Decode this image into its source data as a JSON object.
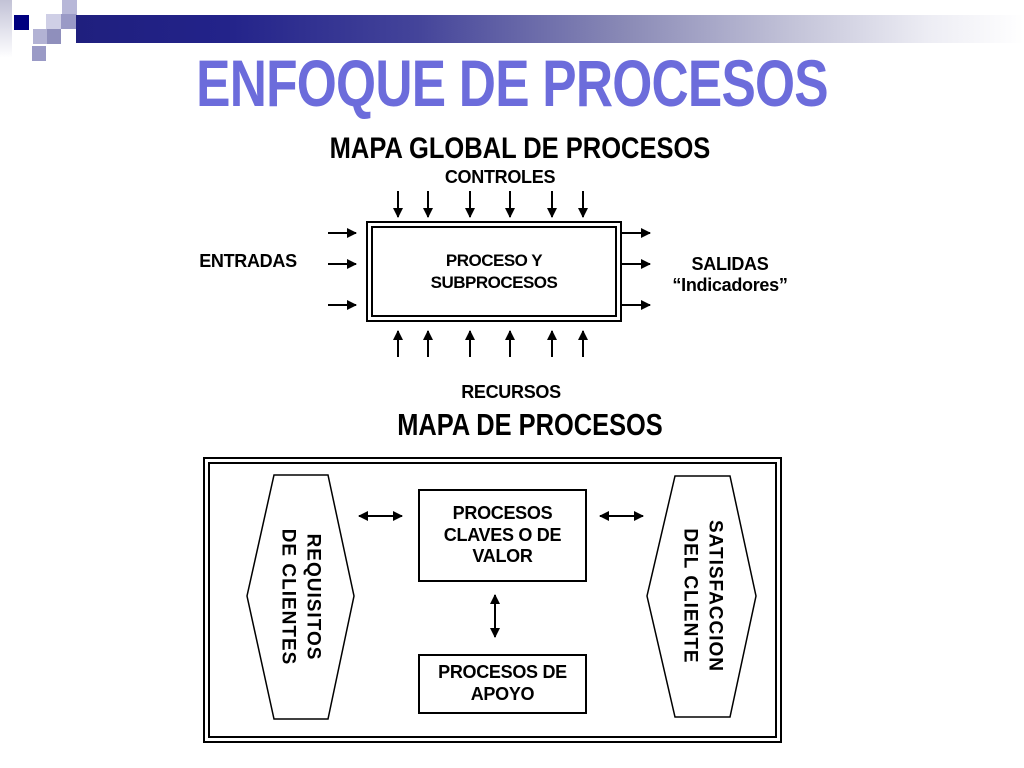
{
  "colors": {
    "title": "#6c6cdb",
    "bar_navy": "#1f1f7e",
    "navy_square": "#00007f",
    "ink": "#000000"
  },
  "header": {
    "title": "ENFOQUE DE PROCESOS"
  },
  "global_map": {
    "heading": "MAPA GLOBAL DE PROCESOS",
    "controls": "CONTROLES",
    "inputs": "ENTRADAS",
    "process_box": "PROCESO Y\nSUBPROCESOS",
    "outputs": "SALIDAS\n“Indicadores”",
    "resources": "RECURSOS"
  },
  "process_map": {
    "heading": "MAPA DE PROCESOS",
    "customer_requirements": "REQUISITOS\nDE CLIENTES",
    "key_processes": "PROCESOS\nCLAVES O DE\nVALOR",
    "support_processes": "PROCESOS DE\nAPOYO",
    "customer_satisfaction": "SATISFACCION\nDEL CLIENTE"
  }
}
